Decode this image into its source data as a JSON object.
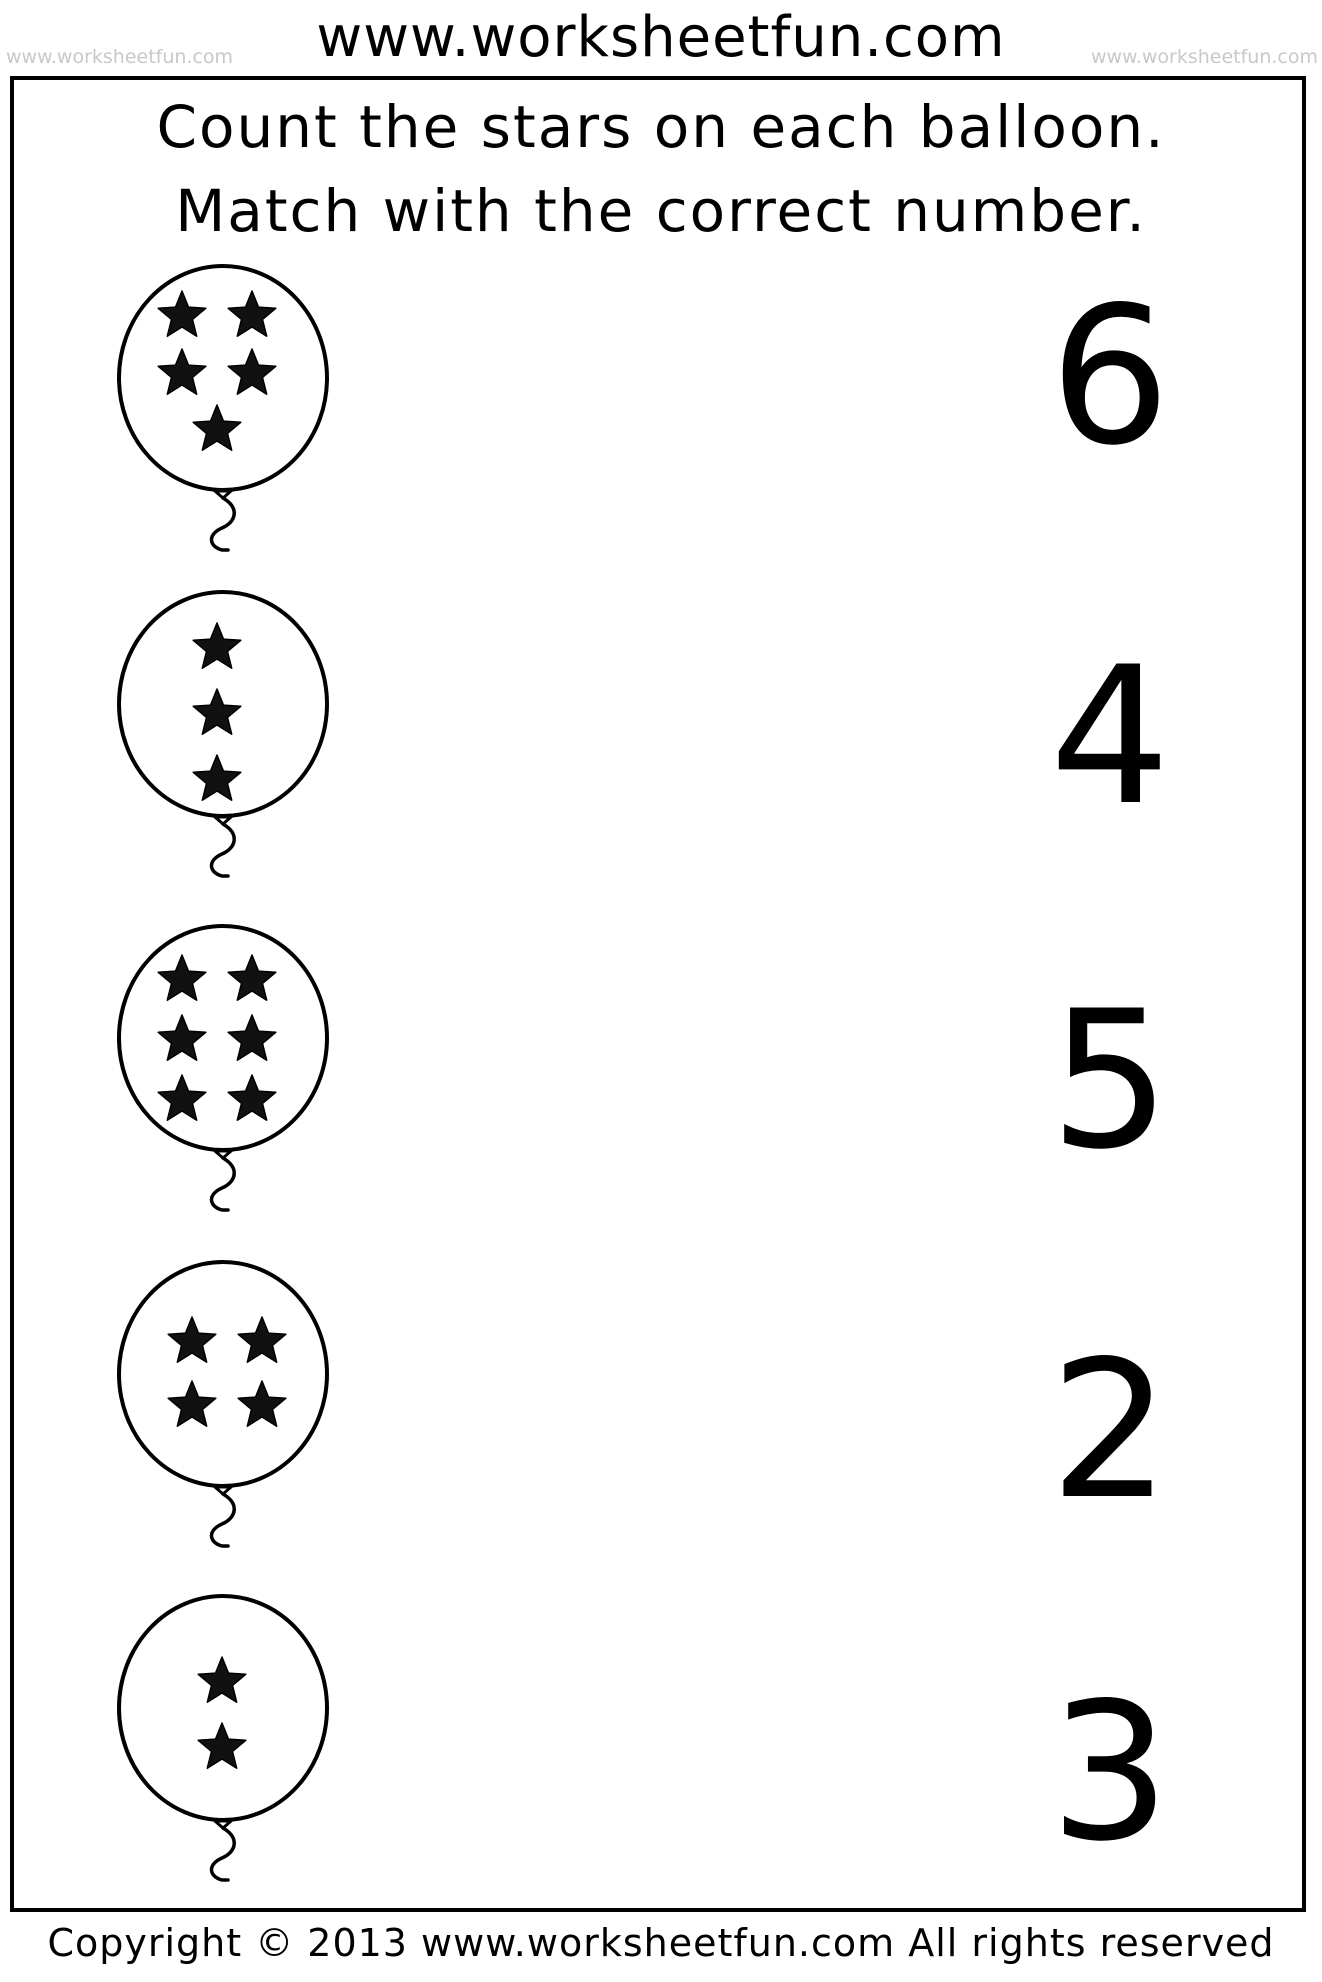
{
  "header": {
    "site_title": "www.worksheetfun.com",
    "watermark_left": "www.worksheetfun.com",
    "watermark_right": "www.worksheetfun.com"
  },
  "instructions": {
    "line1": "Count the stars on each balloon.",
    "line2": "Match with the correct number."
  },
  "balloons": [
    {
      "stars": 5
    },
    {
      "stars": 3
    },
    {
      "stars": 6
    },
    {
      "stars": 4
    },
    {
      "stars": 2
    }
  ],
  "numbers": [
    "6",
    "4",
    "5",
    "2",
    "3"
  ],
  "footer": {
    "copyright": "Copyright © 2013 www.worksheetfun.com All rights reserved"
  },
  "icons": {
    "star": "star-icon",
    "balloon": "balloon-icon"
  }
}
